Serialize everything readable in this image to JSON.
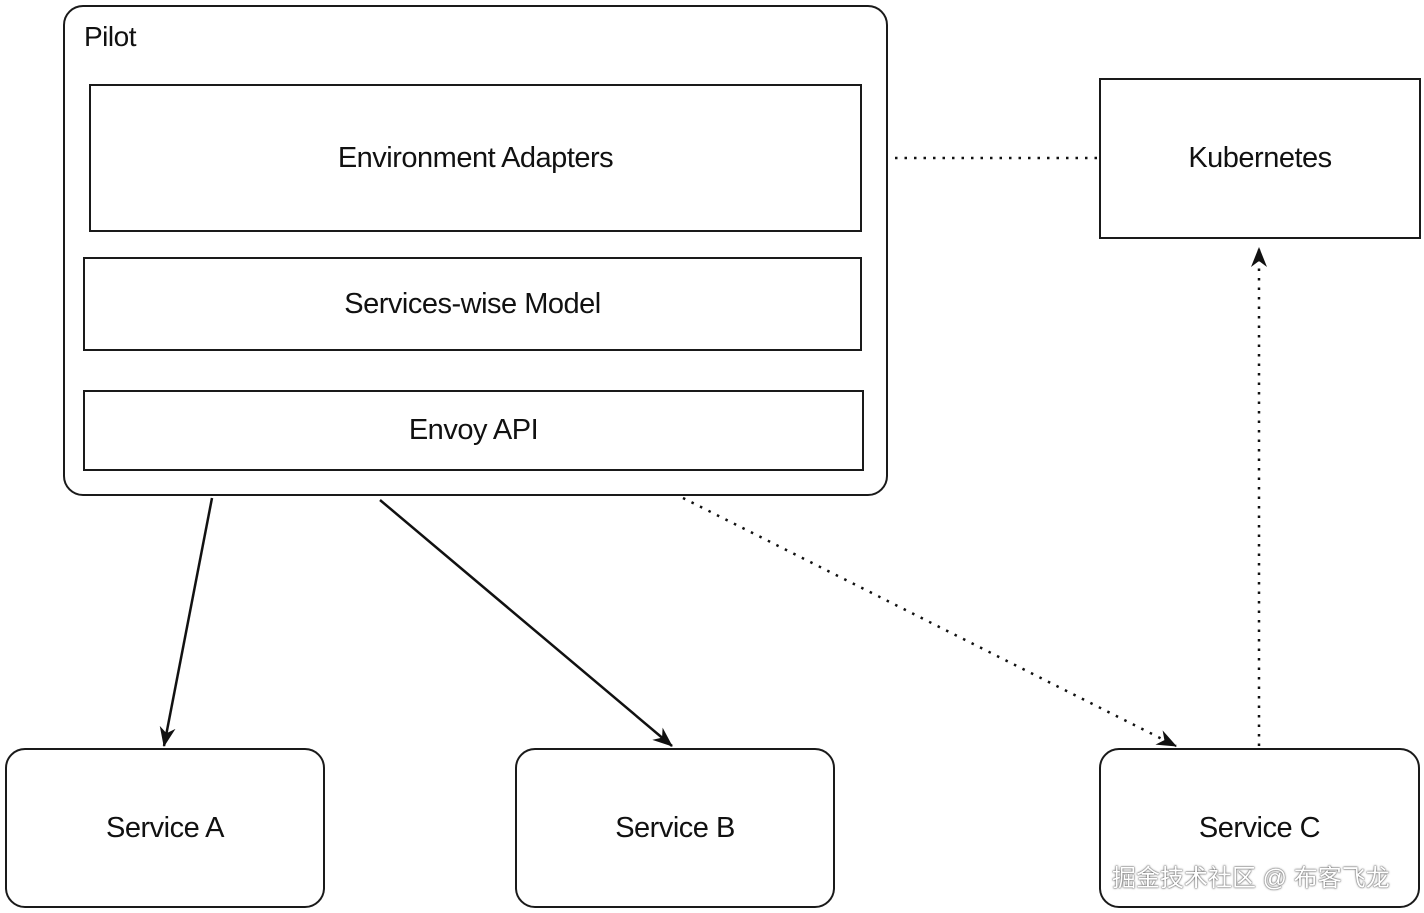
{
  "diagram": {
    "pilot": {
      "title": "Pilot",
      "layers": {
        "environment_adapters": "Environment Adapters",
        "services_wise_model": "Services-wise Model",
        "envoy_api": "Envoy API"
      }
    },
    "kubernetes": "Kubernetes",
    "services": {
      "a": "Service A",
      "b": "Service B",
      "c": "Service C"
    },
    "edges": [
      {
        "from": "pilot",
        "to": "service-a",
        "style": "solid"
      },
      {
        "from": "pilot",
        "to": "service-b",
        "style": "solid"
      },
      {
        "from": "pilot",
        "to": "service-c",
        "style": "dotted"
      },
      {
        "from": "service-c",
        "to": "kubernetes",
        "style": "dotted"
      },
      {
        "from": "kubernetes",
        "to": "environment-adapters",
        "style": "dotted"
      }
    ]
  },
  "watermark": "掘金技术社区 @ 布客飞龙"
}
